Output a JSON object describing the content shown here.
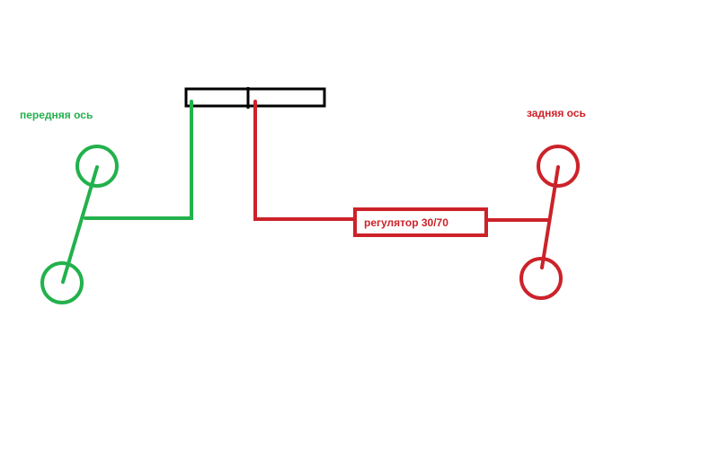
{
  "labels": {
    "front_axle": "передняя ось",
    "rear_axle": "задняя ось",
    "regulator": "регулятор 30/70"
  },
  "colors": {
    "front": "#22b14c",
    "rear": "#cc2229",
    "master_cylinder": "#000000",
    "background": "#ffffff"
  }
}
